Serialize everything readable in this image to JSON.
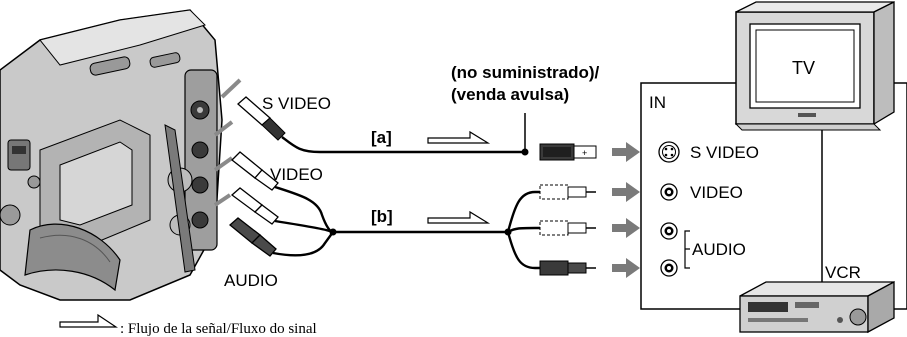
{
  "camera_labels": {
    "svideo": "S VIDEO",
    "video": "VIDEO",
    "audio": "AUDIO"
  },
  "cable_note": {
    "line1": "(no suministrado)/",
    "line2": "(venda avulsa)"
  },
  "routes": {
    "a": "[a]",
    "b": "[b]"
  },
  "tv_panel": {
    "in_label": "IN",
    "svideo": "S VIDEO",
    "video": "VIDEO",
    "audio": "AUDIO"
  },
  "tv_label": "TV",
  "vcr_label": "VCR",
  "legend": ": Flujo de la señal/Fluxo do sinal",
  "colors": {
    "arrow": "#7a7a7a",
    "camera_body": "#c9c9c9",
    "camera_dark": "#3a3a3a",
    "tv_body": "#d8d8d8",
    "line": "#000000"
  }
}
